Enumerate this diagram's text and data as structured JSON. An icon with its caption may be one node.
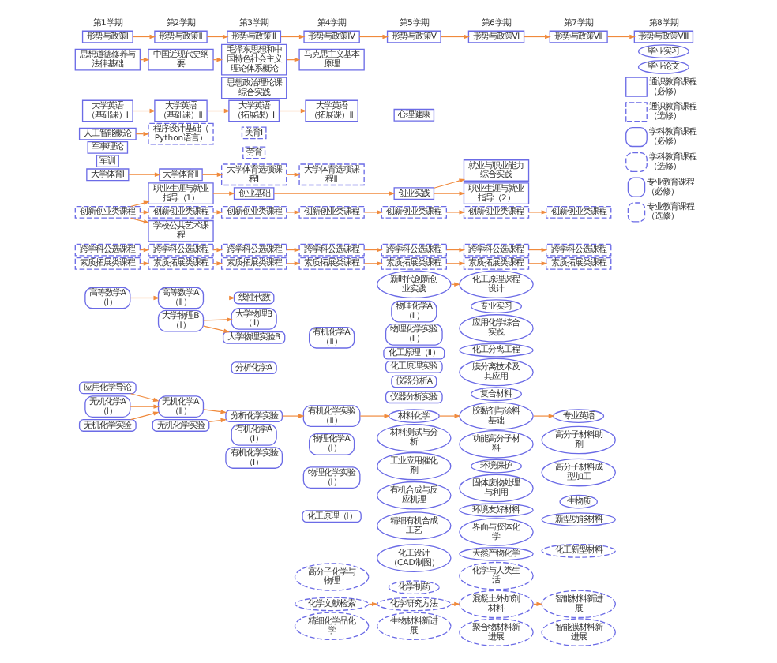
{
  "diagram": {
    "nodes": [
      {
        "text": [
          "形势与政策Ⅰ"
        ]
      },
      {
        "text": [
          "形势与政策Ⅱ"
        ]
      },
      {
        "text": [
          "形势与政策Ⅲ"
        ]
      },
      {
        "text": [
          "形势与政策Ⅳ"
        ]
      },
      {
        "text": [
          "形势与政策Ⅴ"
        ]
      },
      {
        "text": [
          "形势与政策Ⅵ"
        ]
      },
      {
        "text": [
          "形势与政策Ⅶ"
        ]
      },
      {
        "text": [
          "形势与政策Ⅷ"
        ]
      },
      {
        "text": [
          "思想道德修养与法律基础"
        ]
      },
      {
        "text": [
          "中国近现代史纲要"
        ]
      },
      {
        "text": [
          "毛泽东思想和中国特色社会主义理论体系概论"
        ]
      },
      {
        "text": [
          "马克思主义基本原理"
        ]
      },
      {
        "text": [
          "思想政治理论课综合实践"
        ]
      },
      {
        "text": [
          "大学英语（基础课）Ⅰ"
        ]
      },
      {
        "text": [
          "大学英语（基础课）Ⅱ"
        ]
      },
      {
        "text": [
          "大学英语（拓展课）Ⅰ"
        ]
      },
      {
        "text": [
          "大学英语（拓展课）Ⅱ"
        ]
      },
      {
        "text": [
          "人工智能概论"
        ]
      },
      {
        "text": [
          "程序设计基础（Python语言）"
        ]
      },
      {
        "text": [
          "军事理论"
        ]
      },
      {
        "text": [
          "美育Ⅰ"
        ]
      },
      {
        "text": [
          "军训"
        ]
      },
      {
        "text": [
          "劳育"
        ]
      },
      {
        "text": [
          "大学体育Ⅰ"
        ]
      },
      {
        "text": [
          "大学体育Ⅱ"
        ]
      },
      {
        "text": [
          "大学体育选项课程Ⅰ"
        ]
      },
      {
        "text": [
          "大学体育选项课程Ⅱ"
        ]
      },
      {
        "text": [
          "心理健康"
        ]
      },
      {
        "text": [
          "职业生涯与就业指导（1）"
        ]
      },
      {
        "text": [
          "创业基础"
        ]
      },
      {
        "text": [
          "创业实践"
        ]
      },
      {
        "text": [
          "就业与职业能力综合实践"
        ]
      },
      {
        "text": [
          "职业生涯与就业指导（2）"
        ]
      },
      {
        "text": [
          "创新创业类课程"
        ]
      },
      {
        "text": [
          "创新创业类课程"
        ]
      },
      {
        "text": [
          "创新创业类课程"
        ]
      },
      {
        "text": [
          "创新创业类课程"
        ]
      },
      {
        "text": [
          "创新创业类课程"
        ]
      },
      {
        "text": [
          "创新创业类课程"
        ]
      },
      {
        "text": [
          "创新创业类课程"
        ]
      },
      {
        "text": [
          "跨学科公选课程"
        ]
      },
      {
        "text": [
          "跨学科公选课程"
        ]
      },
      {
        "text": [
          "跨学科公选课程"
        ]
      },
      {
        "text": [
          "跨学科公选课程"
        ]
      },
      {
        "text": [
          "跨学科公选课程"
        ]
      },
      {
        "text": [
          "跨学科公选课程"
        ]
      },
      {
        "text": [
          "跨学科公选课程"
        ]
      },
      {
        "text": [
          "素质拓展类课程"
        ]
      },
      {
        "text": [
          "素质拓展类课程"
        ]
      },
      {
        "text": [
          "素质拓展类课程"
        ]
      },
      {
        "text": [
          "素质拓展类课程"
        ]
      },
      {
        "text": [
          "素质拓展类课程"
        ]
      },
      {
        "text": [
          "素质拓展类课程"
        ]
      },
      {
        "text": [
          "素质拓展类课程"
        ]
      },
      {
        "text": [
          "学校公共艺术课程"
        ]
      },
      {
        "text": [
          "毕业实习"
        ]
      },
      {
        "text": [
          "毕业论文"
        ]
      },
      {
        "text": [
          "新时代创新创业实践"
        ]
      },
      {
        "text": [
          "化工原理课程设计"
        ]
      },
      {
        "text": [
          "专业实习"
        ]
      },
      {
        "text": [
          "应用化学综合实践"
        ]
      },
      {
        "text": [
          "高等数学A（Ⅰ）"
        ]
      },
      {
        "text": [
          "高等数学A（Ⅱ）"
        ]
      },
      {
        "text": [
          "线性代数"
        ]
      },
      {
        "text": [
          "大学物理B（Ⅰ）"
        ]
      },
      {
        "text": [
          "大学物理B（Ⅱ）"
        ]
      },
      {
        "text": [
          "大学物理实验B"
        ]
      },
      {
        "text": [
          "应用化学导论"
        ]
      },
      {
        "text": [
          "无机化学A（Ⅰ）"
        ]
      },
      {
        "text": [
          "无机化学实验"
        ]
      },
      {
        "text": [
          "无机化学A（Ⅱ）"
        ]
      },
      {
        "text": [
          "无机化学实验"
        ]
      },
      {
        "text": [
          "分析化学A"
        ]
      },
      {
        "text": [
          "分析化学实验"
        ]
      },
      {
        "text": [
          "有机化学A（Ⅰ）"
        ]
      },
      {
        "text": [
          "有机化学实验（Ⅰ）"
        ]
      },
      {
        "text": [
          "有机化学A（Ⅱ）"
        ]
      },
      {
        "text": [
          "有机化学实验（Ⅱ）"
        ]
      },
      {
        "text": [
          "物理化学A（Ⅰ）"
        ]
      },
      {
        "text": [
          "物理化学实验（Ⅰ）"
        ]
      },
      {
        "text": [
          "化工原理（Ⅰ）"
        ]
      },
      {
        "text": [
          "物理化学A（Ⅱ）"
        ]
      },
      {
        "text": [
          "物理化学实验（Ⅱ）"
        ]
      },
      {
        "text": [
          "化工原理（Ⅱ）"
        ]
      },
      {
        "text": [
          "化工原理实验"
        ]
      },
      {
        "text": [
          "仪器分析A"
        ]
      },
      {
        "text": [
          "仪器分析实验"
        ]
      },
      {
        "text": [
          "材料化学"
        ]
      },
      {
        "text": [
          "材料测试与分析"
        ]
      },
      {
        "text": [
          "工业应用催化剂"
        ]
      },
      {
        "text": [
          "有机合成与反应机理"
        ]
      },
      {
        "text": [
          "精细有机合成工艺"
        ]
      },
      {
        "text": [
          "化工设计（CAD制图）"
        ]
      },
      {
        "text": [
          "化工分离工程"
        ]
      },
      {
        "text": [
          "膜分离技术及其应用"
        ]
      },
      {
        "text": [
          "复合材料"
        ]
      },
      {
        "text": [
          "胶黏剂与涂料基础"
        ]
      },
      {
        "text": [
          "功能高分子材料"
        ]
      },
      {
        "text": [
          "环境保护"
        ]
      },
      {
        "text": [
          "固体废物处理与利用"
        ]
      },
      {
        "text": [
          "环境友好材料"
        ]
      },
      {
        "text": [
          "界面与胶体化学"
        ]
      },
      {
        "text": [
          "天然产物化学"
        ]
      },
      {
        "text": [
          "专业英语"
        ]
      },
      {
        "text": [
          "高分子材料助剂"
        ]
      },
      {
        "text": [
          "高分子材料成型加工"
        ]
      },
      {
        "text": [
          "生物质"
        ]
      },
      {
        "text": [
          "新型功能材料"
        ]
      },
      {
        "text": [
          "高分子化学与物理"
        ]
      },
      {
        "text": [
          "化学文献检索"
        ]
      },
      {
        "text": [
          "精细化学品化学"
        ]
      },
      {
        "text": [
          "化学制药"
        ]
      },
      {
        "text": [
          "化学研究方法"
        ]
      },
      {
        "text": [
          "生物材料新进展"
        ]
      },
      {
        "text": [
          "化学与人类生活"
        ]
      },
      {
        "text": [
          "混凝土外加剂材料"
        ]
      },
      {
        "text": [
          "聚合物材料新进展"
        ]
      },
      {
        "text": [
          "化工新型材料"
        ]
      },
      {
        "text": [
          "智能材料新进展"
        ]
      },
      {
        "text": [
          "智能膜材料新进展"
        ]
      }
    ],
    "edges": [
      {
        "from": 0,
        "to": 1,
        "arrow": "to"
      },
      {
        "from": 1,
        "to": 2,
        "arrow": "to"
      },
      {
        "from": 2,
        "to": 3,
        "arrow": "to"
      },
      {
        "from": 3,
        "to": 4,
        "arrow": "to"
      },
      {
        "from": 4,
        "to": 5,
        "arrow": "to"
      },
      {
        "from": 5,
        "to": 6,
        "arrow": "to"
      },
      {
        "from": 6,
        "to": 7,
        "arrow": "to"
      },
      {
        "from": 8,
        "to": 9,
        "arrow": "to"
      },
      {
        "from": 9,
        "to": 10,
        "arrow": "to"
      },
      {
        "from": 10,
        "to": 11,
        "arrow": "to"
      },
      {
        "from": 13,
        "to": 14,
        "arrow": "to"
      },
      {
        "from": 14,
        "to": 15,
        "arrow": "to"
      },
      {
        "from": 15,
        "to": 16,
        "arrow": "to"
      },
      {
        "from": 17,
        "to": 18,
        "arrow": "to"
      },
      {
        "from": 23,
        "to": 24,
        "arrow": "to"
      },
      {
        "from": 24,
        "to": 25,
        "arrow": "to"
      },
      {
        "from": 25,
        "to": 26,
        "arrow": "to"
      },
      {
        "from": 33,
        "to": 28,
        "arrow": "to"
      },
      {
        "from": 33,
        "to": 34,
        "arrow": "to"
      },
      {
        "from": 33,
        "to": 54,
        "arrow": "to"
      },
      {
        "from": 28,
        "to": 29,
        "arrow": "to"
      },
      {
        "from": 29,
        "to": 30,
        "arrow": "to"
      },
      {
        "from": 30,
        "to": 31,
        "arrow": "to"
      },
      {
        "from": 30,
        "to": 32,
        "arrow": "to"
      },
      {
        "from": 34,
        "to": 35,
        "arrow": "to"
      },
      {
        "from": 35,
        "to": 36,
        "arrow": "to"
      },
      {
        "from": 36,
        "to": 37,
        "arrow": "to"
      },
      {
        "from": 37,
        "to": 38,
        "arrow": "to"
      },
      {
        "from": 38,
        "to": 39,
        "arrow": "to"
      },
      {
        "from": 40,
        "to": 41,
        "arrow": "to"
      },
      {
        "from": 41,
        "to": 42,
        "arrow": "to"
      },
      {
        "from": 42,
        "to": 43,
        "arrow": "to"
      },
      {
        "from": 43,
        "to": 44,
        "arrow": "to"
      },
      {
        "from": 44,
        "to": 45,
        "arrow": "to"
      },
      {
        "from": 45,
        "to": 46,
        "arrow": "to"
      },
      {
        "from": 47,
        "to": 48,
        "arrow": "to"
      },
      {
        "from": 48,
        "to": 49,
        "arrow": "to"
      },
      {
        "from": 49,
        "to": 50,
        "arrow": "to"
      },
      {
        "from": 50,
        "to": 51,
        "arrow": "to"
      },
      {
        "from": 51,
        "to": 52,
        "arrow": "to"
      },
      {
        "from": 52,
        "to": 53,
        "arrow": "to"
      },
      {
        "from": 57,
        "to": 58,
        "arrow": "to"
      },
      {
        "from": 61,
        "to": 62,
        "arrow": "to"
      },
      {
        "from": 62,
        "to": 63,
        "arrow": "to"
      },
      {
        "from": 64,
        "to": 65,
        "arrow": "to"
      },
      {
        "from": 64,
        "to": 66,
        "arrow": "to"
      },
      {
        "from": 67,
        "to": 70,
        "arrow": "to"
      },
      {
        "from": 68,
        "to": 70,
        "arrow": "to"
      },
      {
        "from": 69,
        "to": 70,
        "arrow": "to"
      },
      {
        "from": 70,
        "to": 73,
        "arrow": "to"
      },
      {
        "from": 71,
        "to": 73,
        "arrow": "to"
      },
      {
        "from": 73,
        "to": 77,
        "arrow": "to"
      },
      {
        "from": 77,
        "to": 87,
        "arrow": "to"
      },
      {
        "from": 87,
        "to": 96,
        "arrow": "to"
      },
      {
        "from": 96,
        "to": 103,
        "arrow": "to"
      },
      {
        "from": 109,
        "to": 112,
        "arrow": "to"
      },
      {
        "from": 112,
        "to": 115,
        "arrow": "to"
      },
      {
        "from": 115,
        "to": 118,
        "arrow": "to"
      }
    ],
    "labels": [
      "第1学期",
      "第2学期",
      "第3学期",
      "第4学期",
      "第5学期",
      "第6学期",
      "第7学期",
      "第8学期"
    ],
    "legend": [
      {
        "text": "通识教育课程（必修）"
      },
      {
        "text": "通识教育课程（选修）"
      },
      {
        "text": "学科教育课程（必修）"
      },
      {
        "text": "学科教育课程（选修）"
      },
      {
        "text": "专业教育课程（必修）"
      },
      {
        "text": "专业教育课程（选修）"
      }
    ]
  }
}
